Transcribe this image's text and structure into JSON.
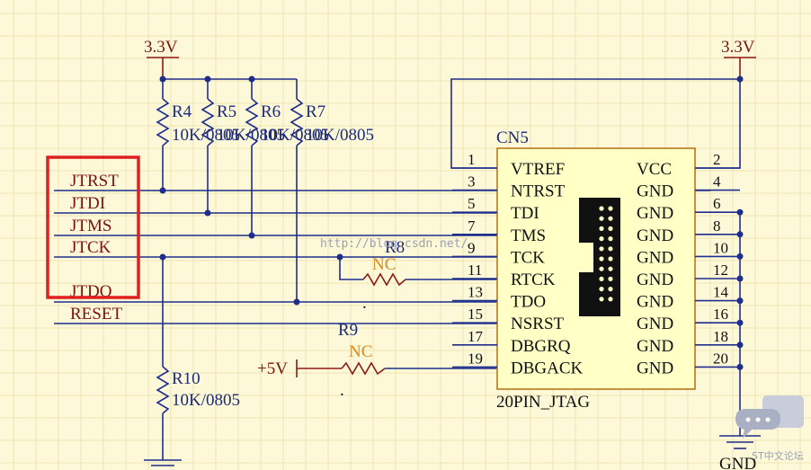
{
  "power": {
    "left_rail": "3.3V",
    "right_rail": "3.3V",
    "plus5": "+5V",
    "gnd": "GND"
  },
  "connector": {
    "ref": "CN5",
    "footprint": "20PIN_JTAG",
    "left_pins": [
      {
        "num": "1",
        "name": "VTREF"
      },
      {
        "num": "3",
        "name": "NTRST"
      },
      {
        "num": "5",
        "name": "TDI"
      },
      {
        "num": "7",
        "name": "TMS"
      },
      {
        "num": "9",
        "name": "TCK"
      },
      {
        "num": "11",
        "name": "RTCK"
      },
      {
        "num": "13",
        "name": "TDO"
      },
      {
        "num": "15",
        "name": "NSRST"
      },
      {
        "num": "17",
        "name": "DBGRQ"
      },
      {
        "num": "19",
        "name": "DBGACK"
      }
    ],
    "right_pins": [
      {
        "num": "2",
        "name": "VCC"
      },
      {
        "num": "4",
        "name": "GND"
      },
      {
        "num": "6",
        "name": "GND"
      },
      {
        "num": "8",
        "name": "GND"
      },
      {
        "num": "10",
        "name": "GND"
      },
      {
        "num": "12",
        "name": "GND"
      },
      {
        "num": "14",
        "name": "GND"
      },
      {
        "num": "16",
        "name": "GND"
      },
      {
        "num": "18",
        "name": "GND"
      },
      {
        "num": "20",
        "name": "GND"
      }
    ]
  },
  "nets": [
    "JTRST",
    "JTDI",
    "JTMS",
    "JTCK",
    "JTDO",
    "RESET"
  ],
  "resistors": {
    "r4": {
      "ref": "R4",
      "value": "10K/0805"
    },
    "r5": {
      "ref": "R5",
      "value": "10K/0805"
    },
    "r6": {
      "ref": "R6",
      "value": "10K/0805"
    },
    "r7": {
      "ref": "R7",
      "value": "10K/0805"
    },
    "r8": {
      "ref": "R8",
      "value": "NC"
    },
    "r9": {
      "ref": "R9",
      "value": "NC"
    },
    "r10": {
      "ref": "R10",
      "value": "10K/0805"
    }
  },
  "watermark": "http://blog.csdn.net/",
  "logo_text": "ST中文论坛",
  "colors": {
    "background": "#fdf9d8",
    "grid": "#efe4b0",
    "wire": "#1f2d8c",
    "power_symbol": "#8b1a1a",
    "connector_fill": "#ffffc6",
    "connector_border": "#b5791c",
    "highlight_box": "#e02020",
    "nc_label": "#d98a1f"
  }
}
